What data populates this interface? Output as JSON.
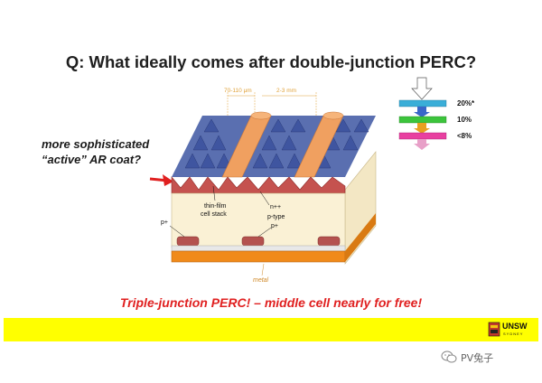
{
  "slide": {
    "title": "Q: What ideally comes after double-junction PERC?",
    "annotation_line1": "more sophisticated",
    "annotation_line2": "“active” AR coat?",
    "bottom_text": "Triple-junction PERC! – middle cell nearly for free!"
  },
  "diagram": {
    "dim_finger_width": "70-110 μm",
    "dim_finger_spacing": "2-3 mm",
    "label_thin_film_1": "thin-film",
    "label_thin_film_2": "cell stack",
    "label_n": "n++",
    "label_p_type": "p-type",
    "label_p_left": "p+",
    "label_p_right": "p+",
    "label_metal": "metal"
  },
  "stack": {
    "top_pct": "20%*",
    "mid_pct": "10%",
    "bottom_pct": "<8%",
    "colors": {
      "top": "#3aaed8",
      "mid": "#3cc43c",
      "bottom": "#e83fa0"
    }
  },
  "footer": {
    "logo_text": "UNSW",
    "logo_sub": "SYDNEY",
    "bar_color": "#ffff00"
  },
  "watermark": {
    "text": "PV兔子",
    "icon": "wechat-icon"
  }
}
